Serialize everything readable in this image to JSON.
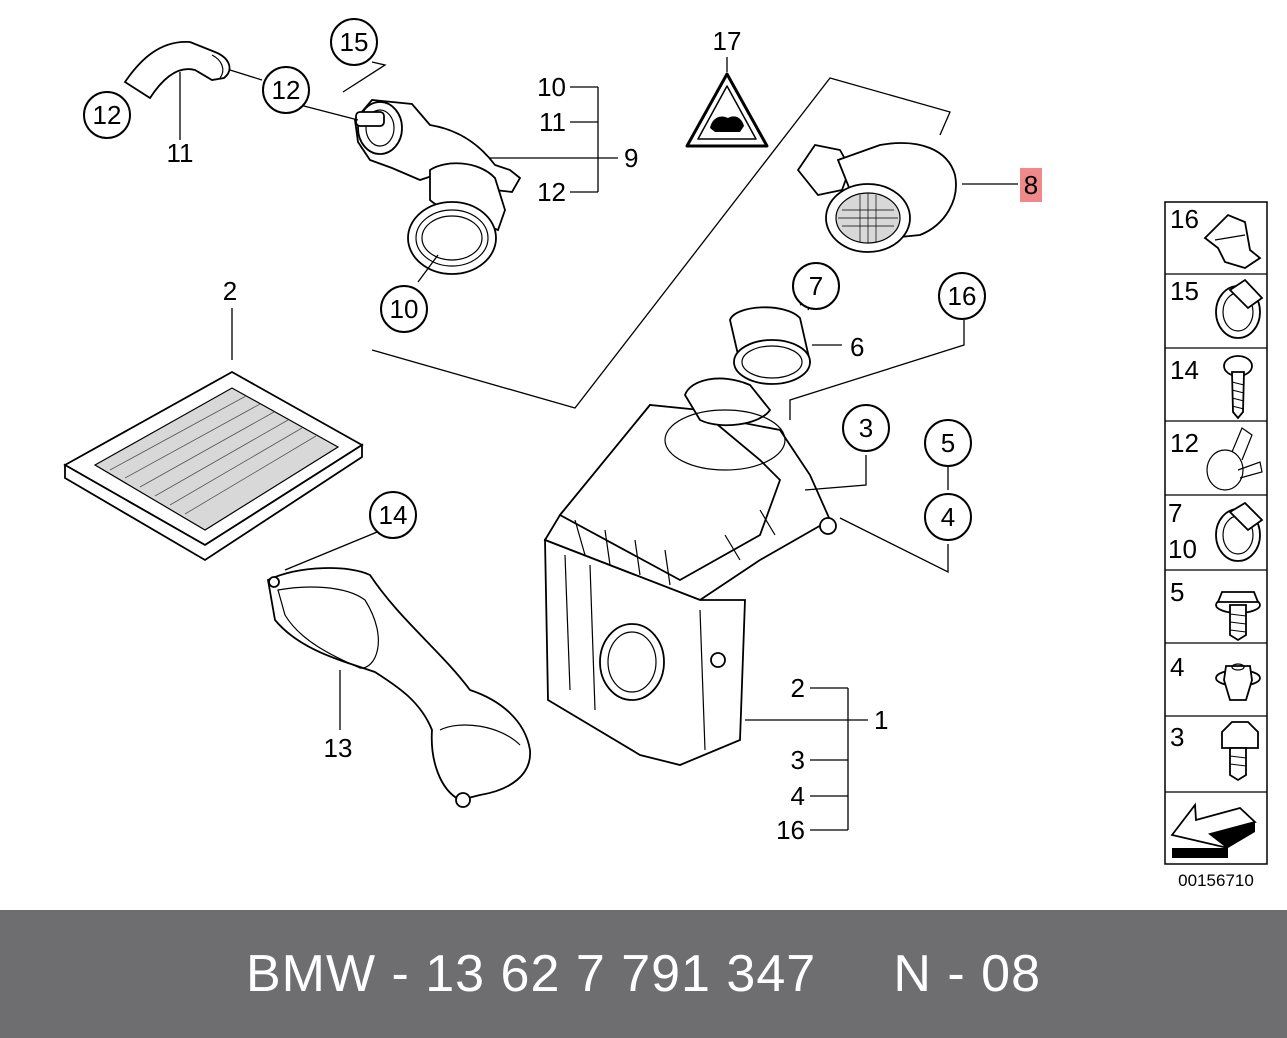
{
  "diagram": {
    "callouts": {
      "c12_left": "12",
      "c12_top": "12",
      "c15": "15",
      "c10": "10",
      "c7": "7",
      "c16": "16",
      "c3": "3",
      "c5": "5",
      "c4": "4",
      "c14": "14"
    },
    "labels": {
      "l11_hose": "11",
      "l17": "17",
      "l10_group": "10",
      "l11_group": "11",
      "l9": "9",
      "l12_group": "12",
      "l8": "8",
      "l2_filter": "2",
      "l6": "6",
      "l13": "13",
      "l1": "1",
      "l2_box": "2",
      "l3_box": "3",
      "l4_box": "4",
      "l16_box": "16"
    },
    "legend": [
      {
        "label": "16"
      },
      {
        "label": "15"
      },
      {
        "label": "14"
      },
      {
        "label": "12"
      },
      {
        "label": "7",
        "label2": "10"
      },
      {
        "label": "5"
      },
      {
        "label": "4"
      },
      {
        "label": "3"
      }
    ],
    "catalog_number": "00156710",
    "highlight_color": "#f08a8a"
  },
  "footer": {
    "text": "BMW - 13 62 7 791 347     N - 08"
  }
}
